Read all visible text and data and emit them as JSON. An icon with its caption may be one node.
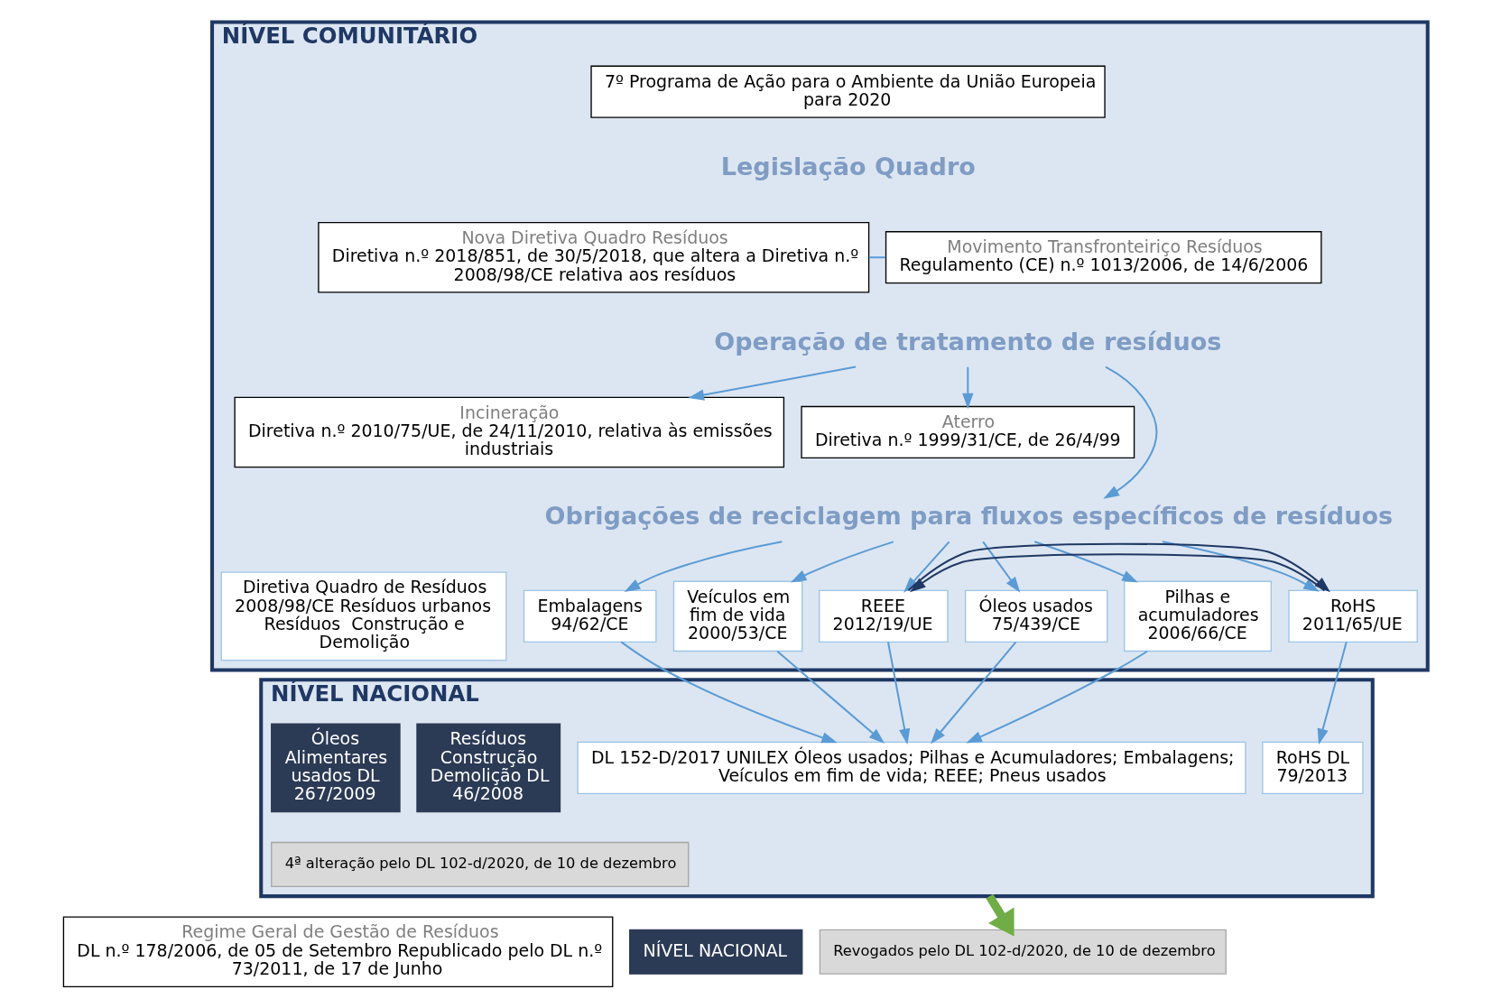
{
  "diagram": {
    "nodes": [
      {
        "text": [
          "NÍVEL COMUNITÁRIO"
        ]
      },
      {
        "text": [
          "7º Programa de Ação para o Ambiente da União Europeia para 2020"
        ],
        "in": 0
      },
      {
        "text": [
          "Nova Diretiva Quadro Resíduos",
          "Diretiva n.º 2018/851, de 30/5/2018, que altera a Diretiva n.º 2008/98/CE relativa aos resíduos"
        ],
        "in": 0
      },
      {
        "text": [
          "Movimento Transfronteiriço Resíduos",
          "Regulamento (CE) n.º 1013/2006, de 14/6/2006"
        ],
        "in": 0
      },
      {
        "text": [
          "Operação de tratamento de resíduos"
        ],
        "in": 0
      },
      {
        "text": [
          "Incineração",
          "Diretiva n.º 2010/75/UE, de 24/11/2010, relativa às emissões industriais"
        ],
        "in": 0
      },
      {
        "text": [
          "Aterro",
          "Diretiva n.º 1999/31/CE, de 26/4/99"
        ],
        "in": 0
      },
      {
        "text": [
          "Obrigações de reciclagem para fluxos específicos de resíduos"
        ],
        "in": 0
      },
      {
        "text": [
          "Óleos usados 75/439/CE"
        ],
        "in": 0
      },
      {
        "text": [
          "Pilhas e acumuladores 2006/66/CE"
        ],
        "in": 0
      },
      {
        "text": [
          "Embalagens 94/62/CE"
        ],
        "in": 0
      },
      {
        "text": [
          "Veículos em fim de vida 2000/53/CE"
        ],
        "in": 0
      },
      {
        "text": [
          "REEE 2012/19/UE"
        ],
        "in": 0
      },
      {
        "text": [
          "RoHS 2011/65/UE"
        ],
        "in": 0
      },
      {
        "text": [
          "Diretiva Quadro de Resíduos 2008/98/CE Resíduos urbanos Resíduos  Construção e Demolição"
        ],
        "in": 0
      },
      {
        "text": [
          "NÍVEL NACIONAL"
        ]
      },
      {
        "text": [
          "DL 152-D/2017 UNILEX Óleos usados; Pilhas e Acumuladores; Embalagens; Veículos em fim de vida; REEE; Pneus usados"
        ],
        "in": 15
      },
      {
        "text": [
          "4ª alteração pelo DL 102-d/2020, de 10 de dezembro"
        ],
        "in": 15
      },
      {
        "text": [
          "RoHS DL 79/2013"
        ],
        "in": 15
      },
      {
        "text": [
          "Óleos Alimentares usados DL 267/2009"
        ],
        "in": 15
      },
      {
        "text": [
          "Resíduos Construção Demolição DL 46/2008"
        ],
        "in": 15
      },
      {
        "text": [
          "NÍVEL NACIONAL"
        ]
      },
      {
        "text": [
          "Regime Geral de Gestão de Resíduos",
          "DL n.º 178/2006, de 05 de Setembro Republicado pelo DL n.º 73/2011, de 17 de Junho"
        ]
      },
      {
        "text": [
          "Revogados pelo DL 102-d/2020, de 10 de dezembro"
        ]
      }
    ],
    "edges": [
      {
        "from": 2,
        "to": 3,
        "arrow": "none"
      },
      {
        "from": 4,
        "to": 5,
        "arrow": "to"
      },
      {
        "from": 4,
        "to": 7,
        "arrow": "to"
      },
      {
        "from": 4,
        "to": 6,
        "arrow": "to"
      },
      {
        "from": 7,
        "to": 8,
        "arrow": "to"
      },
      {
        "from": 7,
        "to": 9,
        "arrow": "to"
      },
      {
        "from": 7,
        "to": 10,
        "arrow": "to"
      },
      {
        "from": 7,
        "to": 11,
        "arrow": "to"
      },
      {
        "from": 7,
        "to": 12,
        "arrow": "to"
      },
      {
        "from": 7,
        "to": 13,
        "arrow": "to"
      },
      {
        "from": 13,
        "to": 12,
        "arrow": "to",
        "color": "#1f3864"
      },
      {
        "from": 12,
        "to": 13,
        "arrow": "to",
        "color": "#1f3864"
      },
      {
        "from": 8,
        "to": 16,
        "arrow": "to"
      },
      {
        "from": 9,
        "to": 16,
        "arrow": "to"
      },
      {
        "from": 10,
        "to": 16,
        "arrow": "to"
      },
      {
        "from": 11,
        "to": 16,
        "arrow": "to"
      },
      {
        "from": 12,
        "to": 16,
        "arrow": "to"
      },
      {
        "from": 13,
        "to": 18,
        "arrow": "to"
      },
      {
        "from": 15,
        "to": 23,
        "arrow": "to",
        "style": "thick",
        "color": "#70ad47"
      }
    ],
    "labels": [
      "Legislação Quadro"
    ]
  }
}
